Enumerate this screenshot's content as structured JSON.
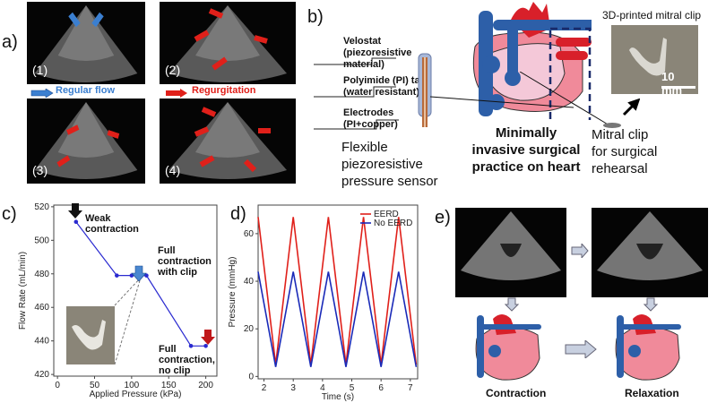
{
  "panel_a": {
    "label": "a)",
    "images": [
      {
        "number": "(1)"
      },
      {
        "number": "(2)"
      },
      {
        "number": "(3)"
      },
      {
        "number": "(4)"
      }
    ],
    "legend_regular": "Regular flow",
    "legend_regurgitation": "Regurgitation",
    "colors": {
      "regular": "#3b7fd0",
      "regurgitation": "#e0201a"
    }
  },
  "panel_b": {
    "label": "b)",
    "sensor_layers": [
      "Velostat\n(piezoresistive\nmaterial)",
      "Polyimide (PI) tape\n(water resistant)",
      "Electrodes\n(PI+copper)"
    ],
    "sensor_caption": "Flexible\npiezoresistive\npressure sensor",
    "heart_caption": "Minimally\ninvasive surgical\npractice on heart",
    "clip_title": "3D-printed mitral clip",
    "scale_bar": "10 mm",
    "clip_caption": "Mitral clip\nfor surgical\nrehearsal"
  },
  "panel_c": {
    "label": "c)"
  },
  "panel_d": {
    "label": "d)"
  },
  "panel_e": {
    "label": "e)",
    "contraction": "Contraction",
    "relaxation": "Relaxation"
  },
  "chart_data": [
    {
      "type": "line",
      "title": "",
      "xlabel": "Applied Pressure (kPa)",
      "ylabel": "Flow Rate (mL/min)",
      "xlim": [
        -5,
        215
      ],
      "ylim": [
        419,
        521
      ],
      "xticks": [
        0,
        50,
        100,
        150,
        200
      ],
      "yticks": [
        420,
        440,
        460,
        480,
        500,
        520
      ],
      "series": [
        {
          "name": "Flow rate",
          "color": "#2a2ad0",
          "x": [
            25,
            80,
            100,
            120,
            180,
            200
          ],
          "y": [
            511,
            479,
            479,
            479,
            437,
            437
          ]
        }
      ],
      "annotations": [
        "Weak\ncontraction",
        "Full\ncontraction\nwith clip",
        "Full\ncontraction,\nno clip"
      ]
    },
    {
      "type": "line",
      "title": "",
      "xlabel": "Time (s)",
      "ylabel": "Pressure (mmHg)",
      "xlim": [
        1.8,
        7.25
      ],
      "ylim": [
        -1,
        72
      ],
      "xticks": [
        2,
        3,
        4,
        5,
        6,
        7
      ],
      "yticks": [
        0,
        20,
        40,
        60
      ],
      "legend": "top-right",
      "series": [
        {
          "name": "EERD",
          "color": "#e0201a",
          "x": [
            1.8,
            2.4,
            3.0,
            3.6,
            4.2,
            4.8,
            5.4,
            6.0,
            6.6,
            7.2
          ],
          "y": [
            67,
            5,
            67,
            5,
            67,
            5,
            67,
            5,
            67,
            5
          ]
        },
        {
          "name": "No EERD",
          "color": "#1a2ab8",
          "x": [
            1.8,
            2.4,
            3.0,
            3.6,
            4.2,
            4.8,
            5.4,
            6.0,
            6.6,
            7.2
          ],
          "y": [
            44,
            4,
            44,
            4,
            44,
            4,
            44,
            4,
            44,
            4
          ]
        }
      ]
    }
  ]
}
